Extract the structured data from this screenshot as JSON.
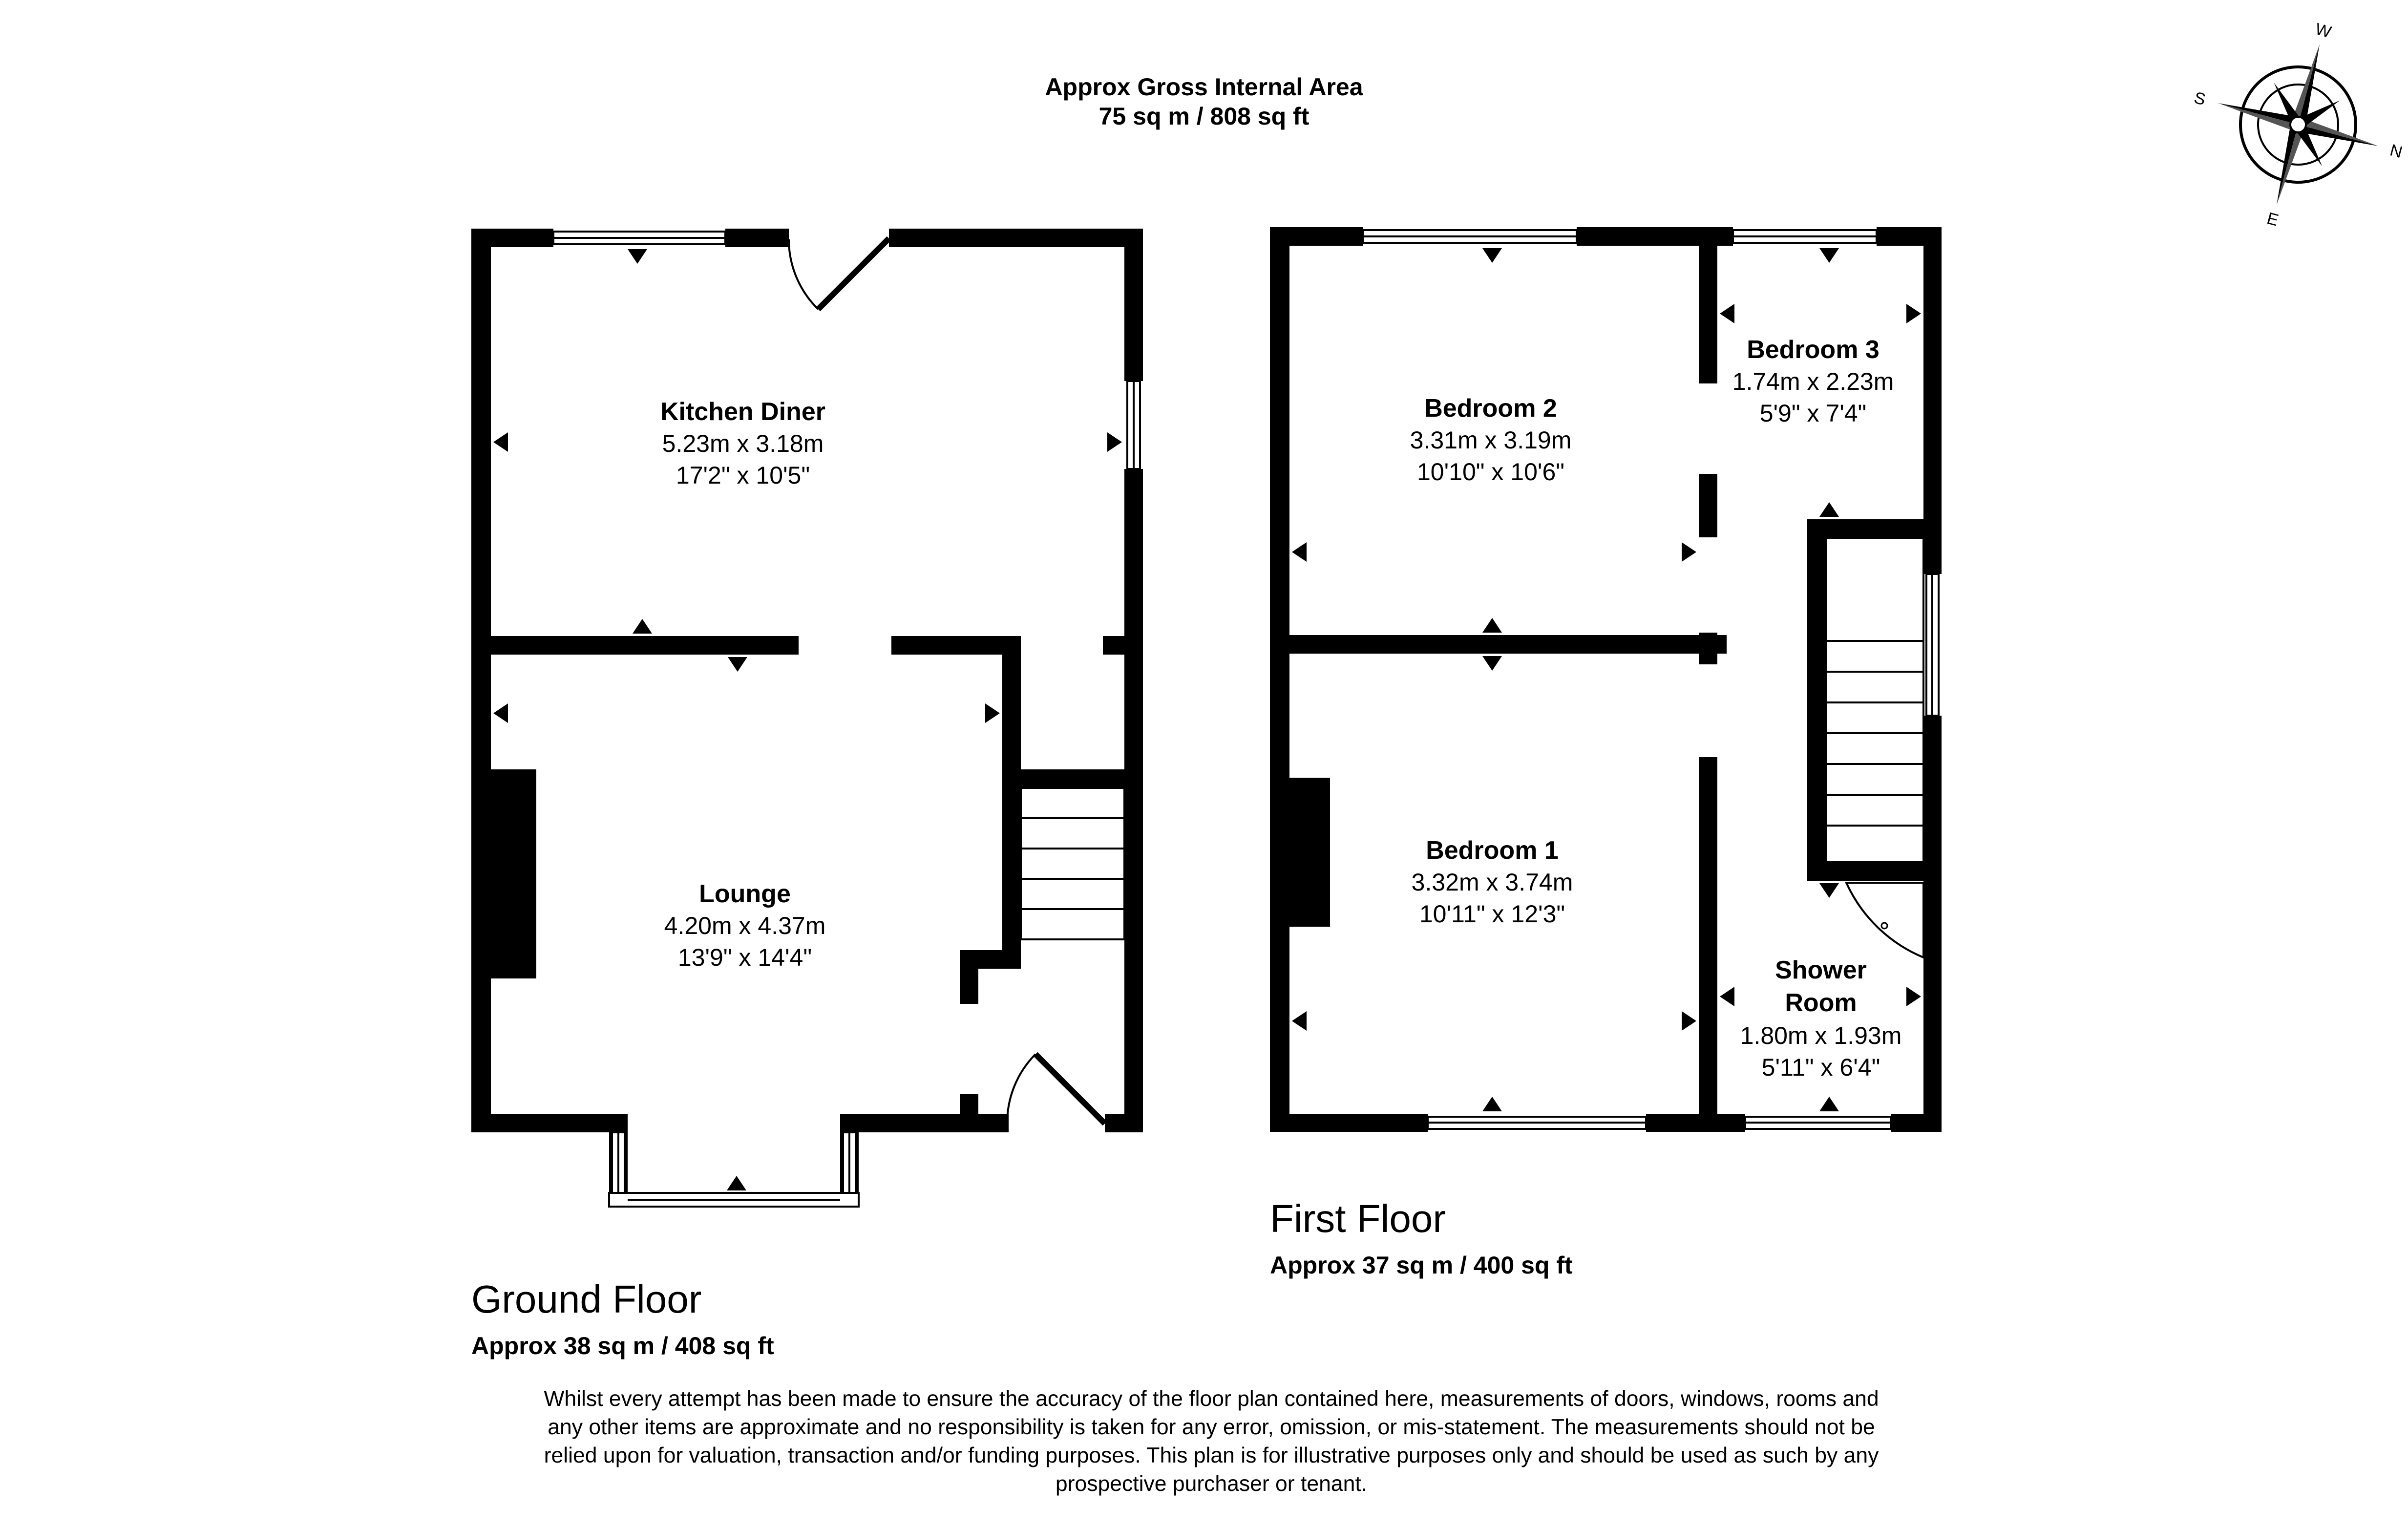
{
  "header": {
    "line1": "Approx Gross Internal Area",
    "line2": "75 sq m / 808 sq ft"
  },
  "compass": {
    "n": "N",
    "s": "S",
    "e": "E",
    "w": "W"
  },
  "floors": {
    "ground": {
      "title": "Ground Floor",
      "area": "Approx 38 sq m / 408 sq ft",
      "rooms": {
        "kitchen": {
          "name": "Kitchen Diner",
          "metric": "5.23m x 3.18m",
          "imperial": "17'2\" x 10'5\""
        },
        "lounge": {
          "name": "Lounge",
          "metric": "4.20m x 4.37m",
          "imperial": "13'9\" x 14'4\""
        }
      }
    },
    "first": {
      "title": "First Floor",
      "area": "Approx 37 sq m / 400 sq ft",
      "rooms": {
        "bedroom2": {
          "name": "Bedroom 2",
          "metric": "3.31m x 3.19m",
          "imperial": "10'10\" x 10'6\""
        },
        "bedroom3": {
          "name": "Bedroom 3",
          "metric": "1.74m x 2.23m",
          "imperial": "5'9\" x 7'4\""
        },
        "bedroom1": {
          "name": "Bedroom 1",
          "metric": "3.32m x 3.74m",
          "imperial": "10'11\" x 12'3\""
        },
        "shower": {
          "name_line1": "Shower",
          "name_line2": "Room",
          "metric": "1.80m x 1.93m",
          "imperial": "5'11\" x 6'4\""
        }
      }
    }
  },
  "disclaimer": {
    "line1": "Whilst every attempt has been made to ensure the accuracy of the floor plan contained here, measurements of doors, windows, rooms and",
    "line2": "any other items are approximate and no responsibility is taken for any error, omission, or mis-statement. The measurements should not be",
    "line3": "relied upon for valuation, transaction and/or funding purposes. This plan is for illustrative purposes only and should be used as such by any",
    "line4": "prospective purchaser or tenant."
  }
}
